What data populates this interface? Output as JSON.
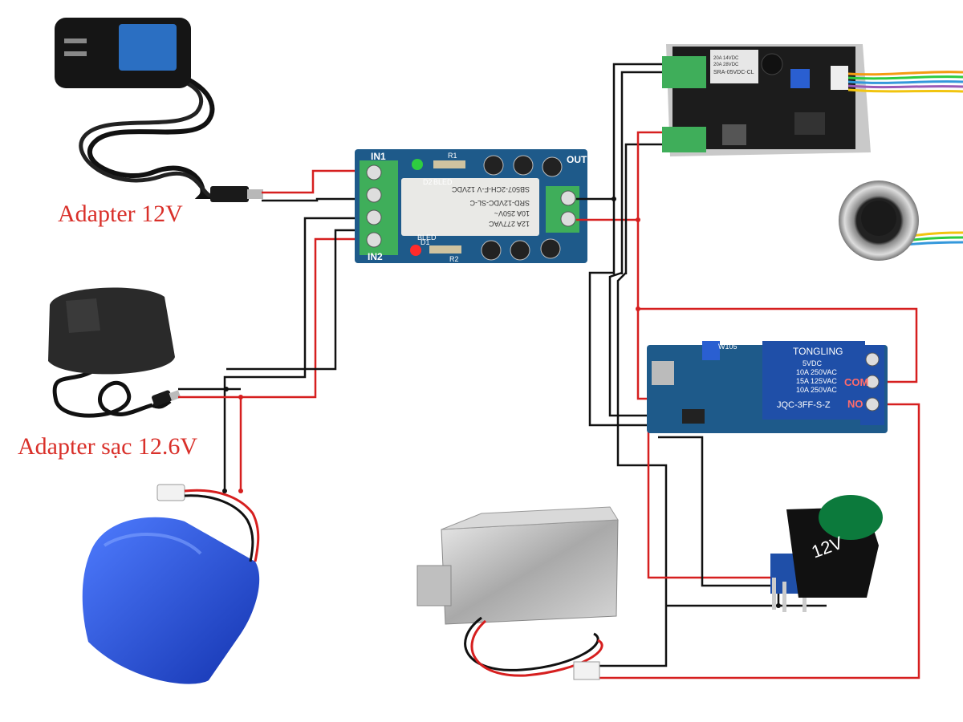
{
  "labels": {
    "adapter_12v": "Adapter 12V",
    "adapter_charge": "Adapter sạc 12.6V"
  },
  "ups_board": {
    "in1": "IN1",
    "in2": "IN2",
    "out": "OUT",
    "relay_text_1": "12A 277VAC",
    "relay_text_2": "10A 250V~",
    "relay_text_3": "SRD-12VDC-SL-C",
    "relay_text_4": "SB507-2CH-F-V 12VDC",
    "led1": "D2",
    "led2": "D1",
    "bled": "BLED",
    "bled_label": "BLED",
    "r1": "R1",
    "r2": "R2"
  },
  "relay_module": {
    "brand": "TONGLING",
    "spec_1": "5VDC",
    "spec_2": "10A 250VAC",
    "spec_3": "15A 125VAC",
    "spec_4": "10A 250VAC",
    "model": "JQC-3FF-S-Z",
    "com": "COM",
    "no": "NO",
    "pot": "W105"
  },
  "fingerprint_board": {
    "relay_label": "SRA-05VDC-CL",
    "relay_spec_1": "20A 14VDC",
    "relay_spec_2": "20A 28VDC"
  },
  "switch_label": "12V",
  "colors": {
    "wire_red": "#d61f1f",
    "wire_black": "#111111",
    "label_red": "#d9302a",
    "pcb_blue": "#1e5a8a",
    "pcb_dark": "#1c1c1c",
    "terminal_green": "#3fae5a",
    "terminal_blue": "#1f4fa8",
    "battery_blue": "#1d4fd6"
  }
}
